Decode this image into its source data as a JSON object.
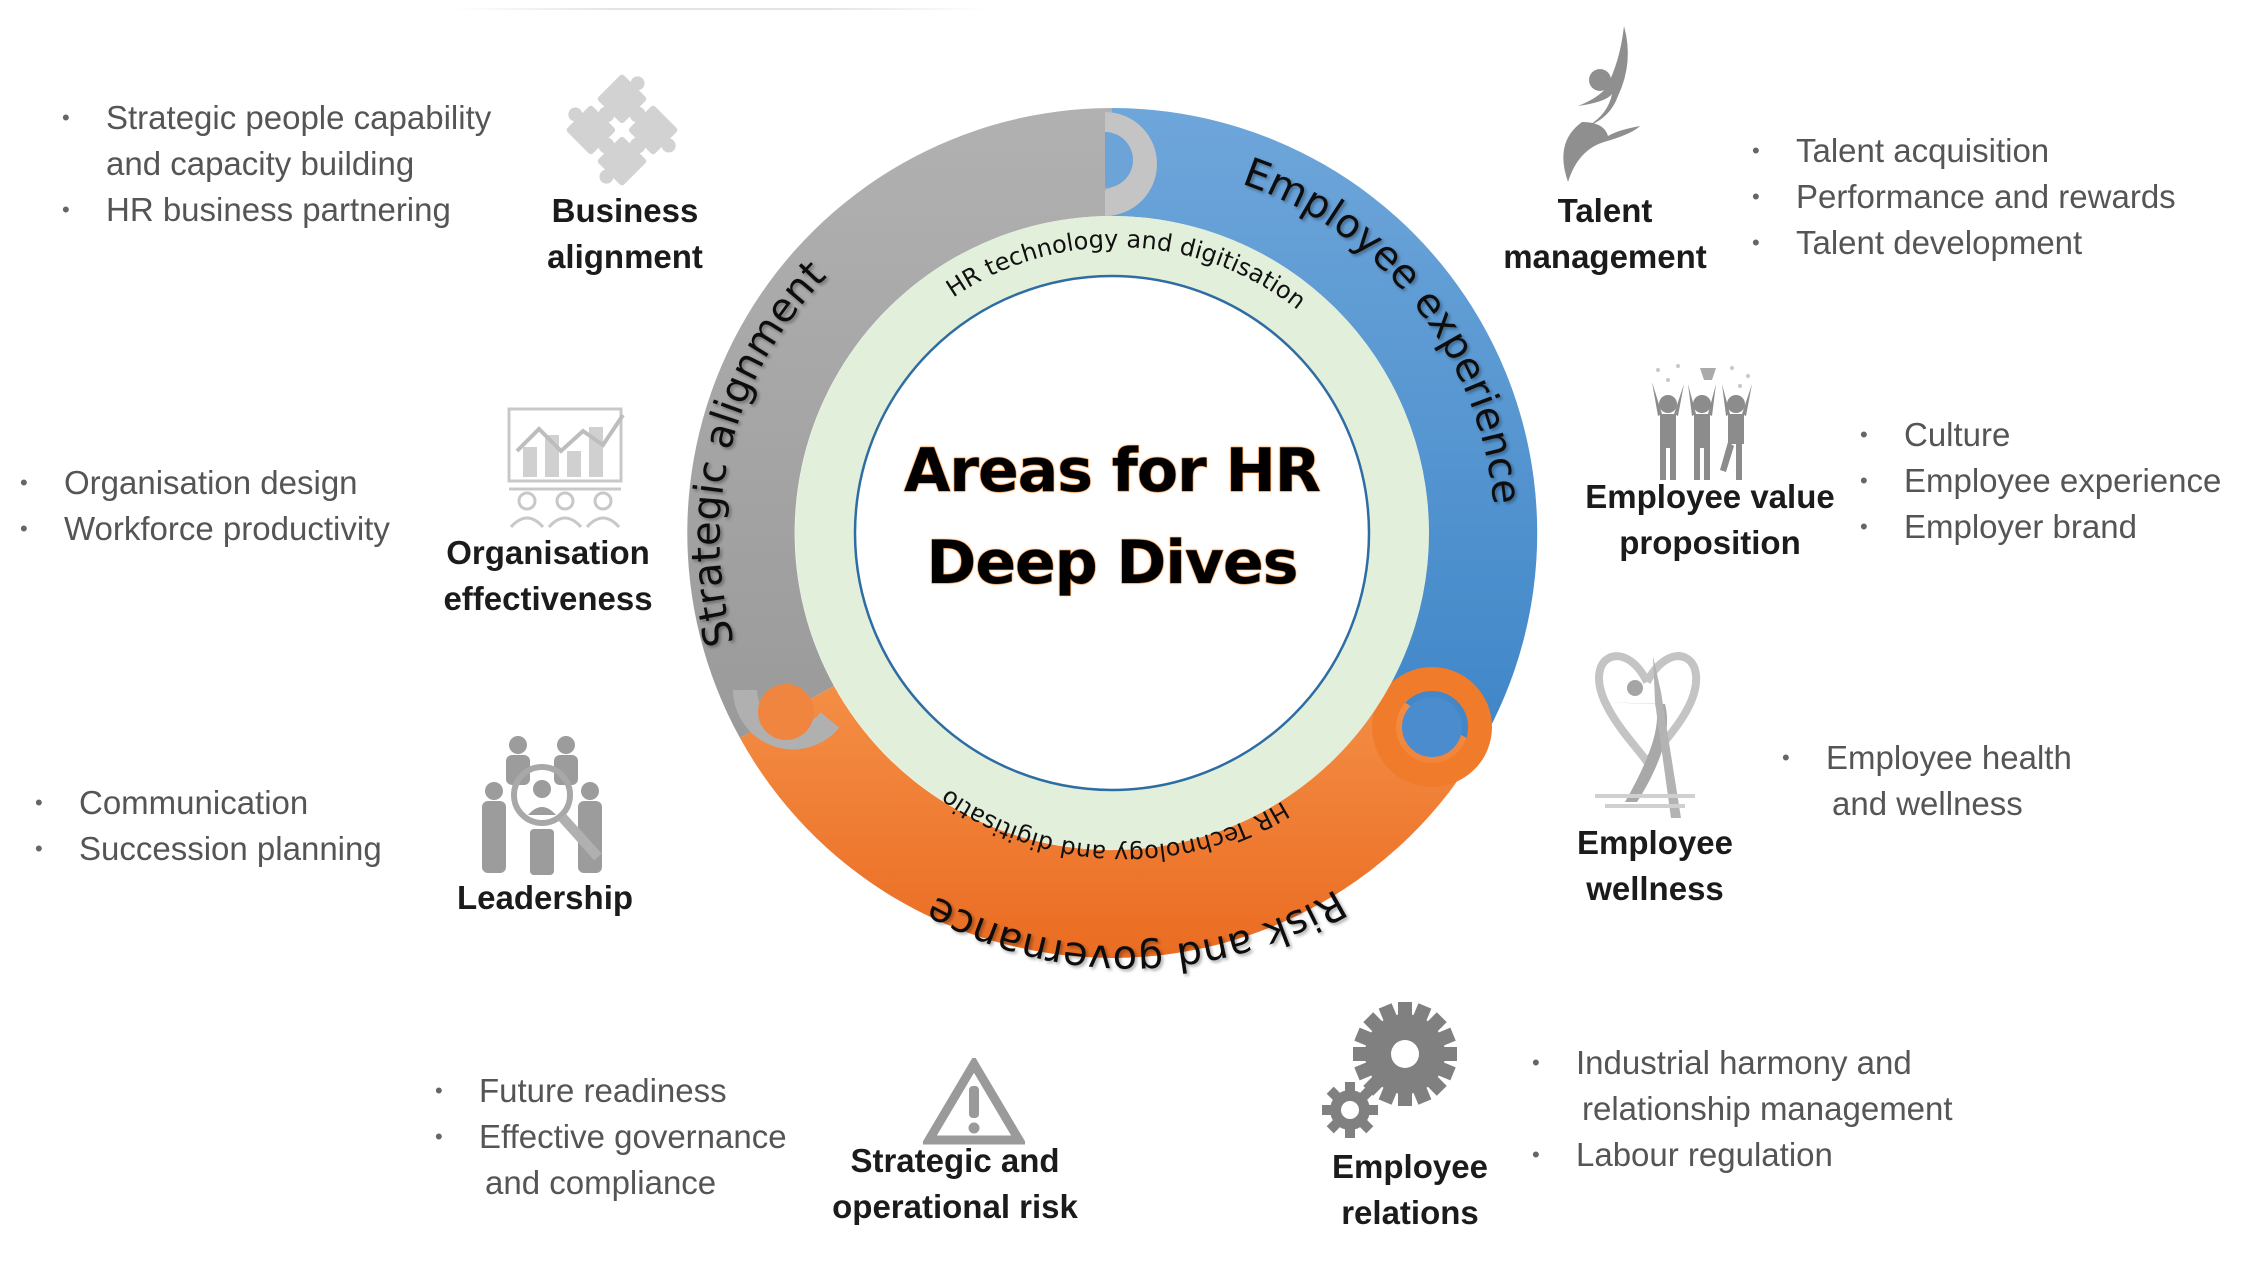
{
  "title": {
    "line1": "Areas for HR",
    "line2": "Deep Dives"
  },
  "ring": {
    "segments": [
      {
        "name": "Strategic alignment",
        "color": "#a6a6a6"
      },
      {
        "name": "Employee experience",
        "color": "#5b9bd5"
      },
      {
        "name": "Risk and governance",
        "color": "#f07b2a"
      }
    ],
    "inner_band_color": "#e2efda",
    "inner_line_color": "#2e6da4",
    "inner_top_text": "HR technology and digitisation",
    "inner_bottom_text": "HR Technology and digitisation"
  },
  "areas": {
    "business_alignment": {
      "label1": "Business",
      "label2": "alignment",
      "icon": "puzzle-icon",
      "bullets": [
        "Strategic people capability",
        "and capacity building",
        "HR business partnering"
      ]
    },
    "organisation_effectiveness": {
      "label1": "Organisation",
      "label2": "effectiveness",
      "icon": "chart-people-icon",
      "bullets": [
        "Organisation design",
        "Workforce productivity"
      ]
    },
    "leadership": {
      "label1": "Leadership",
      "icon": "magnifier-people-icon",
      "bullets": [
        "Communication",
        "Succession planning"
      ]
    },
    "strategic_operational_risk": {
      "label1": "Strategic and",
      "label2": "operational risk",
      "icon": "warning-icon",
      "bullets": [
        "Future readiness",
        "Effective governance",
        "and compliance"
      ]
    },
    "employee_relations": {
      "label1": "Employee",
      "label2": "relations",
      "icon": "gears-icon",
      "bullets": [
        "Industrial harmony and",
        "relationship management",
        "Labour regulation"
      ]
    },
    "employee_wellness": {
      "label1": "Employee",
      "label2": "wellness",
      "icon": "wellness-figure-icon",
      "bullets": [
        "Employee health",
        "and wellness"
      ]
    },
    "employee_value_proposition": {
      "label1": "Employee value",
      "label2": "proposition",
      "icon": "celebrating-people-icon",
      "bullets": [
        "Culture",
        "Employee experience",
        "Employer brand"
      ]
    },
    "talent_management": {
      "label1": "Talent",
      "label2": "management",
      "icon": "hand-figure-icon",
      "bullets": [
        "Talent acquisition",
        "Performance and rewards",
        "Talent development"
      ]
    }
  }
}
